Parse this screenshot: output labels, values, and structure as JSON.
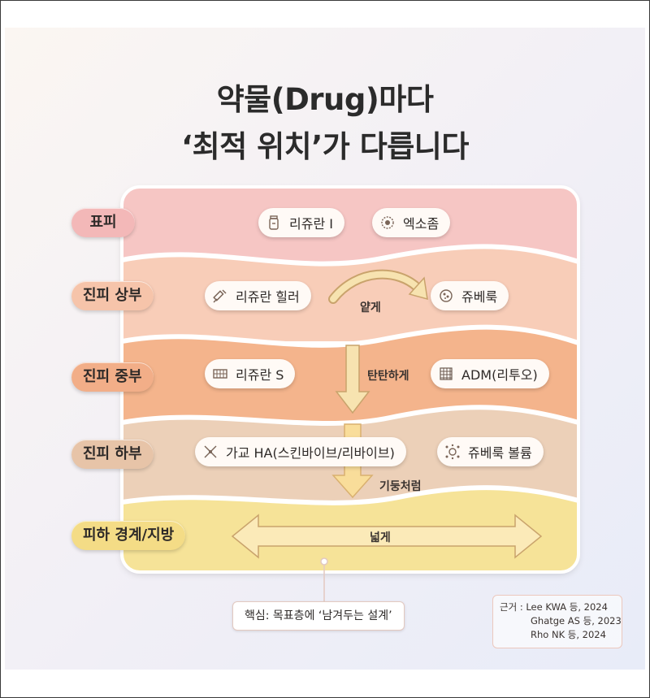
{
  "title": {
    "line1": "약물(Drug)마다",
    "line2": "‘최적 위치’가 다릅니다"
  },
  "layers": [
    {
      "label": "표피",
      "color": "#f6c6c4"
    },
    {
      "label": "진피 상부",
      "color": "#f8cdb8"
    },
    {
      "label": "진피 중부",
      "color": "#f4b48c"
    },
    {
      "label": "진피 하부",
      "color": "#ecd0b8"
    },
    {
      "label": "피하 경계/지방",
      "color": "#f6e398"
    }
  ],
  "items": {
    "epidermis_1": {
      "label": "리쥬란 I",
      "icon": "vial-icon"
    },
    "epidermis_2": {
      "label": "엑소좀",
      "icon": "exosome-icon"
    },
    "upper_1": {
      "label": "리쥬란 힐러",
      "icon": "syringe-icon"
    },
    "upper_2": {
      "label": "쥬베룩",
      "icon": "particle-icon"
    },
    "middle_1": {
      "label": "리쥬란 S",
      "icon": "mesh-icon"
    },
    "middle_2": {
      "label": "ADM(리투오)",
      "icon": "matrix-icon"
    },
    "lower_1": {
      "label": "가교 HA(스킨바이브/리바이브)",
      "icon": "crosslink-icon"
    },
    "lower_2": {
      "label": "쥬베룩 볼륨",
      "icon": "volume-particle-icon"
    }
  },
  "annotations": {
    "thin": "얕게",
    "firm": "탄탄하게",
    "pillar": "기둥처럼",
    "wide": "넓게"
  },
  "callout": "핵심: 목표층에 ‘남겨두는 설계’",
  "references": {
    "line1": "근거 : Lee KWA 등, 2024",
    "line2": "Ghatge AS 등, 2023",
    "line3": "Rho NK 등, 2024"
  },
  "colors": {
    "title": "#2b2b2b",
    "arrow_fill": "#f7e3b0",
    "arrow_stroke": "#c9a36c"
  }
}
